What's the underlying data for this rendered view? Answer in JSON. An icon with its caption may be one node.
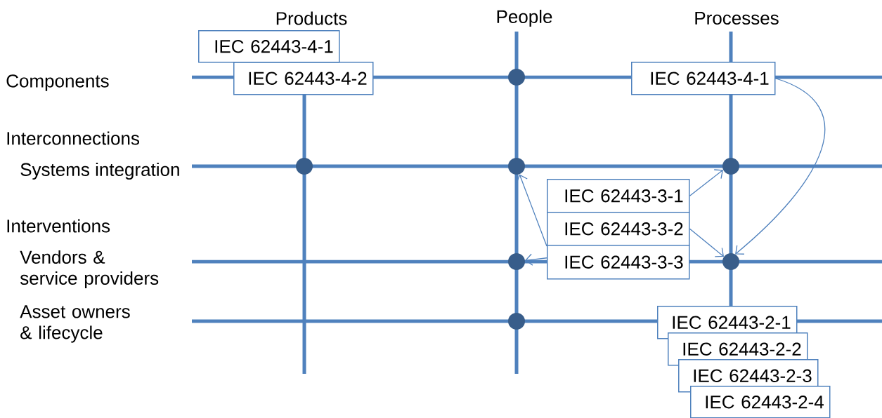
{
  "diagram": {
    "nodes": [
      {
        "text": [
          "IEC 62443-4-1"
        ]
      },
      {
        "text": [
          "IEC 62443-4-2"
        ]
      },
      {
        "text": [
          "IEC 62443-4-1"
        ]
      },
      {
        "text": [
          "IEC 62443-3-1"
        ]
      },
      {
        "text": [
          "IEC 62443-3-2"
        ]
      },
      {
        "text": [
          "IEC 62443-3-3"
        ]
      },
      {
        "text": [
          "IEC 62443-2-1"
        ]
      },
      {
        "text": [
          "IEC 62443-2-2"
        ]
      },
      {
        "text": [
          "IEC 62443-2-3"
        ]
      },
      {
        "text": [
          "IEC 62443-2-4"
        ]
      },
      {
        "text": [],
        "shape": "circle"
      },
      {
        "text": [],
        "shape": "circle"
      },
      {
        "text": [],
        "shape": "circle"
      },
      {
        "text": [],
        "shape": "circle"
      },
      {
        "text": [],
        "shape": "circle"
      },
      {
        "text": [],
        "shape": "circle"
      },
      {
        "text": [],
        "shape": "circle"
      }
    ],
    "edges": [
      {
        "from": 2,
        "to": 15,
        "arrow": "to"
      },
      {
        "from": 3,
        "to": 13,
        "arrow": "to"
      },
      {
        "from": 4,
        "to": 15,
        "arrow": "to"
      },
      {
        "from": 5,
        "to": 12,
        "arrow": "to"
      },
      {
        "from": 5,
        "to": 14,
        "arrow": "to"
      }
    ],
    "labels": [
      "Products",
      "People",
      "Processes",
      "Components",
      "Interconnections",
      "Systems integration",
      "Interventions",
      "Vendors & service providers",
      "Asset owners & lifecycle"
    ]
  }
}
